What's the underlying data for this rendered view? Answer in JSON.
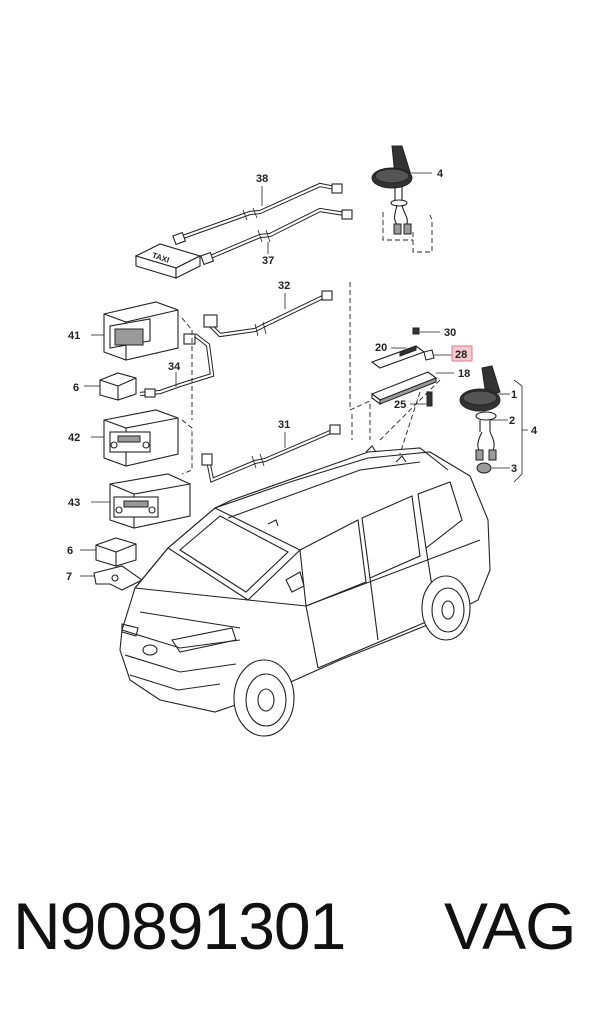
{
  "diagram": {
    "callouts": {
      "c1": "1",
      "c2": "2",
      "c3": "3",
      "c4_top": "4",
      "c4_group": "4",
      "c6_a": "6",
      "c6_b": "6",
      "c7": "7",
      "c18": "18",
      "c20": "20",
      "c25": "25",
      "c28": "28",
      "c30": "30",
      "c31": "31",
      "c32": "32",
      "c34": "34",
      "c37": "37",
      "c38": "38",
      "c41": "41",
      "c42": "42",
      "c43": "43"
    },
    "taxi_sign_text": "TAXI",
    "highlighted_callout": "28",
    "highlight_color": "#f4c9cf"
  },
  "footer": {
    "part_number": "N90891301",
    "brand": "VAG"
  }
}
